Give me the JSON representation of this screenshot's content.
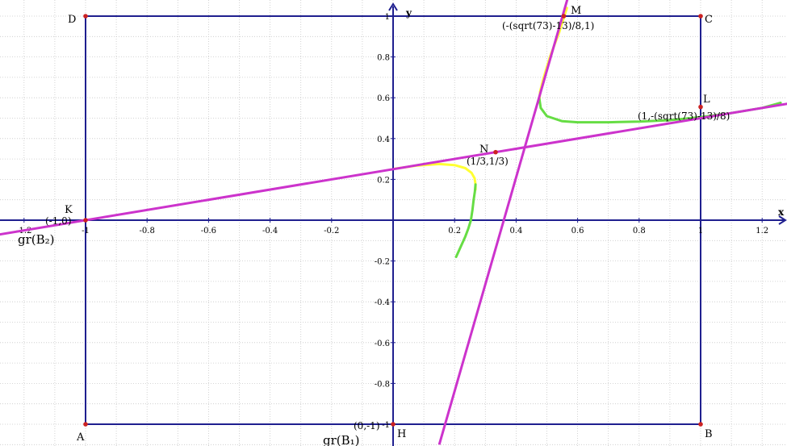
{
  "chart_data": {
    "type": "line",
    "title": "",
    "xlabel": "x",
    "ylabel": "y",
    "xlim": [
      -1.26,
      1.27
    ],
    "ylim": [
      -1.09,
      1.06
    ],
    "grid": true,
    "x_ticks": [
      -1.2,
      -1,
      -0.8,
      -0.6,
      -0.4,
      -0.2,
      0.2,
      0.4,
      0.6,
      0.8,
      1,
      1.2
    ],
    "x_tick_labels": [
      "-1.2",
      "-1",
      "-0.8",
      "-0.6",
      "-0.4",
      "-0.2",
      "0.2",
      "0.4",
      "0.6",
      "0.8",
      "1",
      "1.2"
    ],
    "y_ticks": [
      -1,
      -0.8,
      -0.6,
      -0.4,
      -0.2,
      0.2,
      0.4,
      0.6,
      0.8,
      1
    ],
    "y_tick_labels": [
      "-1",
      "-0.8",
      "-0.6",
      "-0.4",
      "-0.2",
      "0.2",
      "0.4",
      "0.6",
      "0.8",
      "1"
    ],
    "square": {
      "vertices": [
        [
          -1,
          -1
        ],
        [
          1,
          -1
        ],
        [
          1,
          1
        ],
        [
          -1,
          1
        ]
      ],
      "color": "#1f1f8f"
    },
    "lines": [
      {
        "name": "gr(B₁)",
        "label": "gr(B₁)",
        "points": [
          [
            0.15,
            -1.1
          ],
          [
            0.57,
            1.1
          ]
        ],
        "color": "#cc33cc"
      },
      {
        "name": "gr(B₂)",
        "label": "gr(B₂)",
        "points": [
          [
            -1.3,
            -0.075
          ],
          [
            1.3,
            0.575
          ]
        ],
        "color": "#cc33cc"
      }
    ],
    "curves": [
      {
        "color": "#ffff33",
        "points": [
          [
            0.005,
            0.252
          ],
          [
            0.08,
            0.268
          ],
          [
            0.15,
            0.275
          ],
          [
            0.2,
            0.27
          ],
          [
            0.235,
            0.255
          ],
          [
            0.255,
            0.232
          ],
          [
            0.265,
            0.205
          ],
          [
            0.268,
            0.175
          ],
          [
            0.268,
            0.15
          ]
        ]
      },
      {
        "color": "#66dd44",
        "points": [
          [
            0.268,
            0.175
          ],
          [
            0.266,
            0.14
          ],
          [
            0.262,
            0.1
          ],
          [
            0.258,
            0.05
          ],
          [
            0.253,
            0.0
          ],
          [
            0.245,
            -0.04
          ],
          [
            0.235,
            -0.08
          ],
          [
            0.22,
            -0.13
          ],
          [
            0.205,
            -0.18
          ]
        ]
      },
      {
        "color": "#ffff33",
        "points": [
          [
            0.565,
            1.04
          ],
          [
            0.54,
            0.92
          ],
          [
            0.51,
            0.8
          ],
          [
            0.49,
            0.7
          ],
          [
            0.478,
            0.63
          ],
          [
            0.475,
            0.58
          ]
        ]
      },
      {
        "color": "#66dd44",
        "points": [
          [
            0.475,
            0.6
          ],
          [
            0.48,
            0.55
          ],
          [
            0.5,
            0.51
          ],
          [
            0.55,
            0.485
          ],
          [
            0.6,
            0.48
          ],
          [
            0.7,
            0.48
          ],
          [
            0.8,
            0.483
          ],
          [
            0.9,
            0.49
          ],
          [
            1.0,
            0.505
          ],
          [
            1.1,
            0.525
          ],
          [
            1.2,
            0.55
          ],
          [
            1.26,
            0.575
          ]
        ]
      }
    ],
    "points": [
      {
        "name": "A",
        "label": "A",
        "x": -1,
        "y": -1,
        "color": "#cc2222"
      },
      {
        "name": "B",
        "label": "B",
        "x": 1,
        "y": -1,
        "color": "#cc2222"
      },
      {
        "name": "C",
        "label": "C",
        "x": 1,
        "y": 1,
        "color": "#cc2222"
      },
      {
        "name": "D",
        "label": "D",
        "x": -1,
        "y": 1,
        "color": "#cc2222"
      },
      {
        "name": "H",
        "label": "H",
        "coord": "(0,-1)",
        "x": 0,
        "y": -1,
        "color": "#cc2222"
      },
      {
        "name": "K",
        "label": "K",
        "coord": "(-1,0)",
        "x": -1,
        "y": 0,
        "color": "#cc2222"
      },
      {
        "name": "L",
        "label": "L",
        "coord": "(1,-(sqrt(73)-13)/8)",
        "x": 1,
        "y": 0.555,
        "color": "#cc2222"
      },
      {
        "name": "M",
        "label": "M",
        "coord": "(-(sqrt(73)-13)/8,1)",
        "x": 0.555,
        "y": 1,
        "color": "#cc2222"
      },
      {
        "name": "N",
        "label": "N",
        "coord": "(1/3,1/3)",
        "x": 0.3333,
        "y": 0.3333,
        "color": "#cc2222"
      }
    ]
  }
}
